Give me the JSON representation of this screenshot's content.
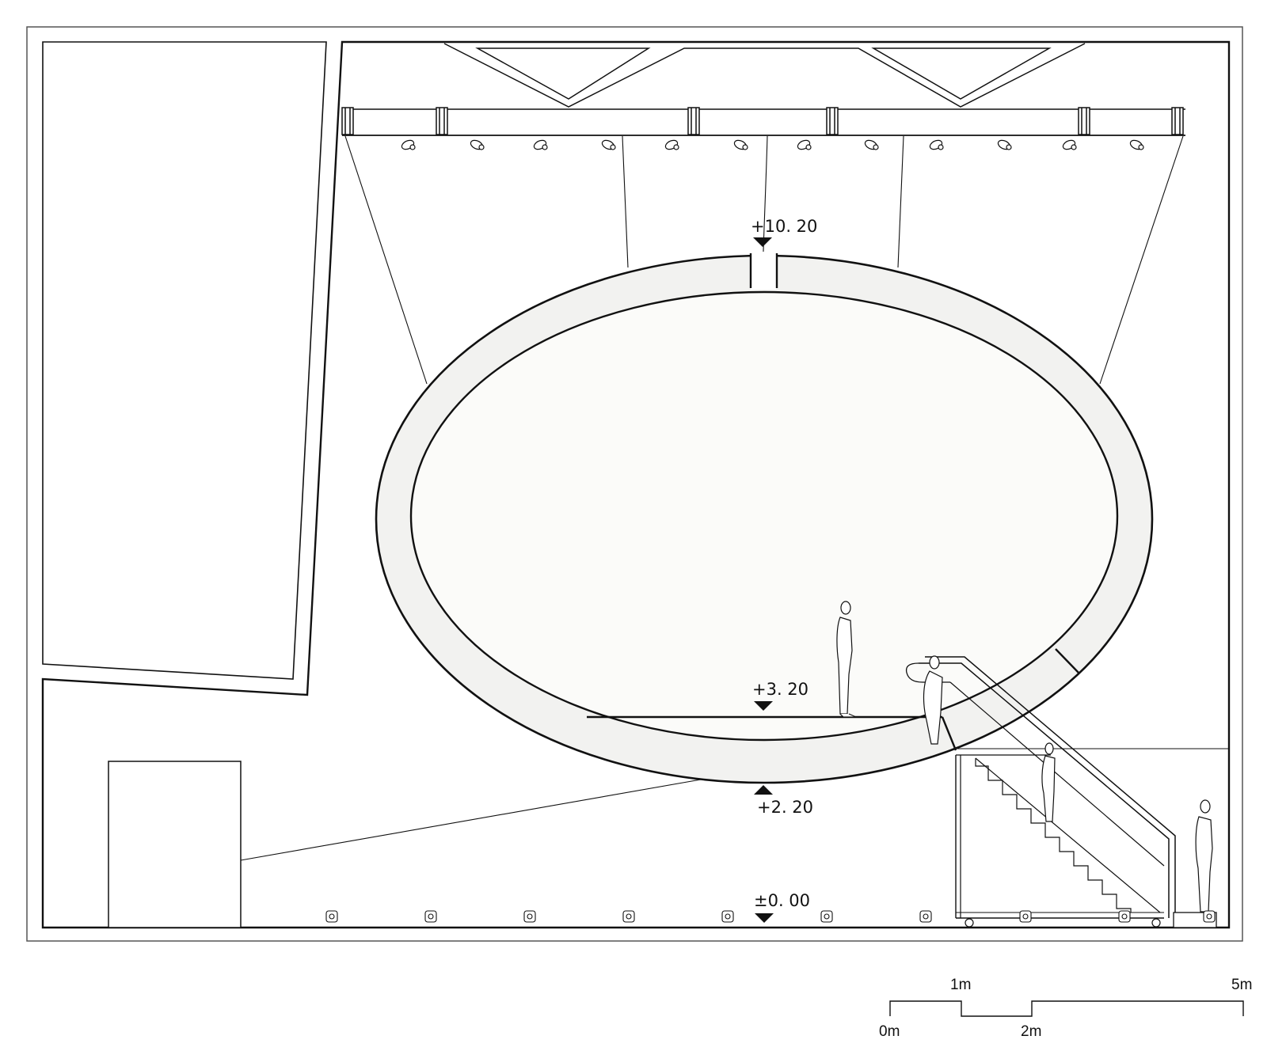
{
  "levels": {
    "top": "+10. 20",
    "floor": "+3. 20",
    "bottom": "+2. 20",
    "ground": "±0. 00"
  },
  "scale_bar": {
    "m0": "0m",
    "m1": "1m",
    "m2": "2m",
    "m5": "5m"
  },
  "colors": {
    "line": "#111111",
    "frame": "#555555",
    "fill_interior": "#fbfbf9"
  }
}
